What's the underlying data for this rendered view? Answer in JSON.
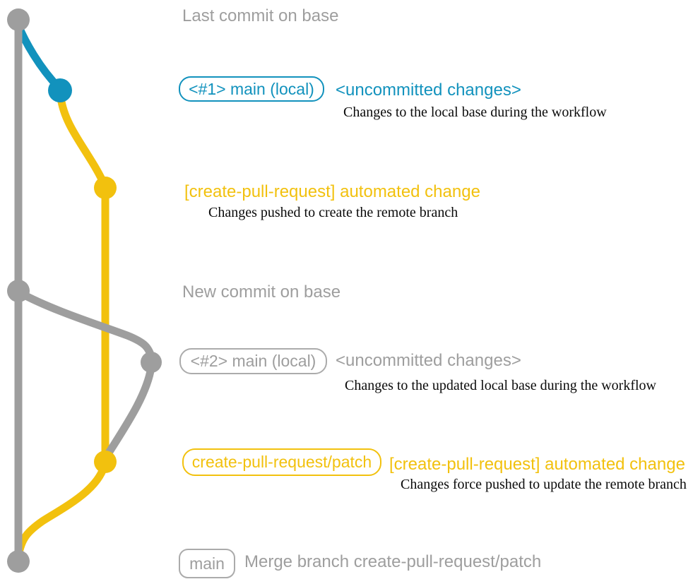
{
  "colors": {
    "gray": "#9E9E9E",
    "blue": "#1292BD",
    "yellow": "#F2C10E",
    "description_text": "#0a0a0a",
    "background": "#FFFFFF"
  },
  "graph": {
    "branches": [
      {
        "name": "base",
        "color_key": "gray"
      },
      {
        "name": "main (local)",
        "color_key": "blue"
      },
      {
        "name": "create-pull-request/patch",
        "color_key": "yellow"
      }
    ],
    "commits": [
      {
        "name": "last-commit-on-base",
        "color_key": "gray"
      },
      {
        "name": "uncommitted-changes-1",
        "color_key": "blue"
      },
      {
        "name": "automated-change-1",
        "color_key": "yellow"
      },
      {
        "name": "new-commit-on-base",
        "color_key": "gray"
      },
      {
        "name": "uncommitted-changes-2",
        "color_key": "gray"
      },
      {
        "name": "automated-change-2",
        "color_key": "yellow"
      },
      {
        "name": "merge-commit",
        "color_key": "gray"
      }
    ]
  },
  "rows": {
    "row1": {
      "label": "Last commit on base"
    },
    "row2": {
      "badge": "<#1> main (local)",
      "status": "<uncommitted changes>",
      "description": "Changes to the local base during the workflow"
    },
    "row3": {
      "label": "[create-pull-request] automated change",
      "description": "Changes pushed to create the remote branch"
    },
    "row4": {
      "label": "New commit on base"
    },
    "row5": {
      "badge": "<#2> main (local)",
      "status": "<uncommitted changes>",
      "description": "Changes to the updated local base during the workflow"
    },
    "row6": {
      "badge": "create-pull-request/patch",
      "label": "[create-pull-request] automated change",
      "description": "Changes force pushed to update the remote branch"
    },
    "row7": {
      "badge": "main",
      "label": "Merge branch create-pull-request/patch"
    }
  }
}
